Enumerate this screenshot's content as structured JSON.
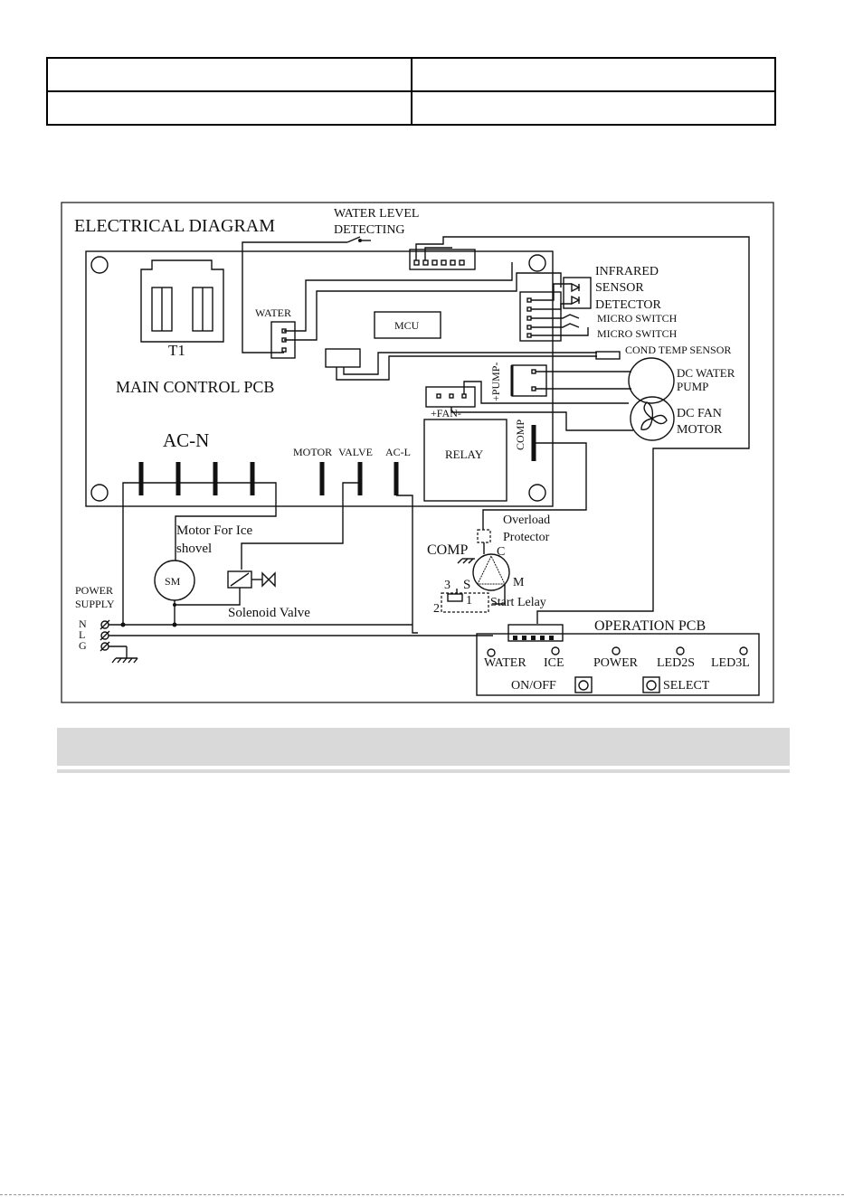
{
  "header_table": {
    "rows": [
      [
        "",
        ""
      ],
      [
        "",
        ""
      ]
    ]
  },
  "section_heading": "",
  "diagram": {
    "title": "ELECTRICAL DIAGRAM",
    "water_level_line1": "WATER LEVEL",
    "water_level_line2": "DETECTING",
    "transformer": "T1",
    "water_connector": "WATER",
    "mcu": "MCU",
    "main_pcb": "MAIN CONTROL PCB",
    "infrared_line1": "INFRARED",
    "infrared_line2": "SENSOR",
    "infrared_line3": "DETECTOR",
    "micro_switch_1": "MICRO SWITCH",
    "micro_switch_2": "MICRO SWITCH",
    "cond_temp_sensor": "COND TEMP SENSOR",
    "pump_connector": "+PUMP-",
    "dc_water_pump_line1": "DC WATER",
    "dc_water_pump_line2": "PUMP",
    "fan_connector": "+FAN-",
    "dc_fan_motor_line1": "DC FAN",
    "dc_fan_motor_line2": "MOTOR",
    "ac_n": "AC-N",
    "motor_terminal": "MOTOR",
    "valve_terminal": "VALVE",
    "ac_l_terminal": "AC-L",
    "relay": "RELAY",
    "comp_terminal": "COMP",
    "overload_line1": "Overload",
    "overload_line2": "Protector",
    "compressor": "COMP",
    "comp_c": "C",
    "comp_s": "S",
    "comp_m": "M",
    "relay_3": "3",
    "relay_2": "2",
    "relay_1": "1",
    "start_relay": "Start Lelay",
    "ice_motor_line1": "Motor For Ice",
    "ice_motor_line2": "shovel",
    "sm": "SM",
    "solenoid_valve": "Solenoid Valve",
    "power_supply_line1": "POWER",
    "power_supply_line2": "SUPPLY",
    "n": "N",
    "l": "L",
    "g": "G",
    "operation_pcb": "OPERATION PCB",
    "led_water": "WATER",
    "led_ice": "ICE",
    "led_power": "POWER",
    "led_2s": "LED2S",
    "led_3l": "LED3L",
    "on_off": "ON/OFF",
    "select": "SELECT"
  }
}
